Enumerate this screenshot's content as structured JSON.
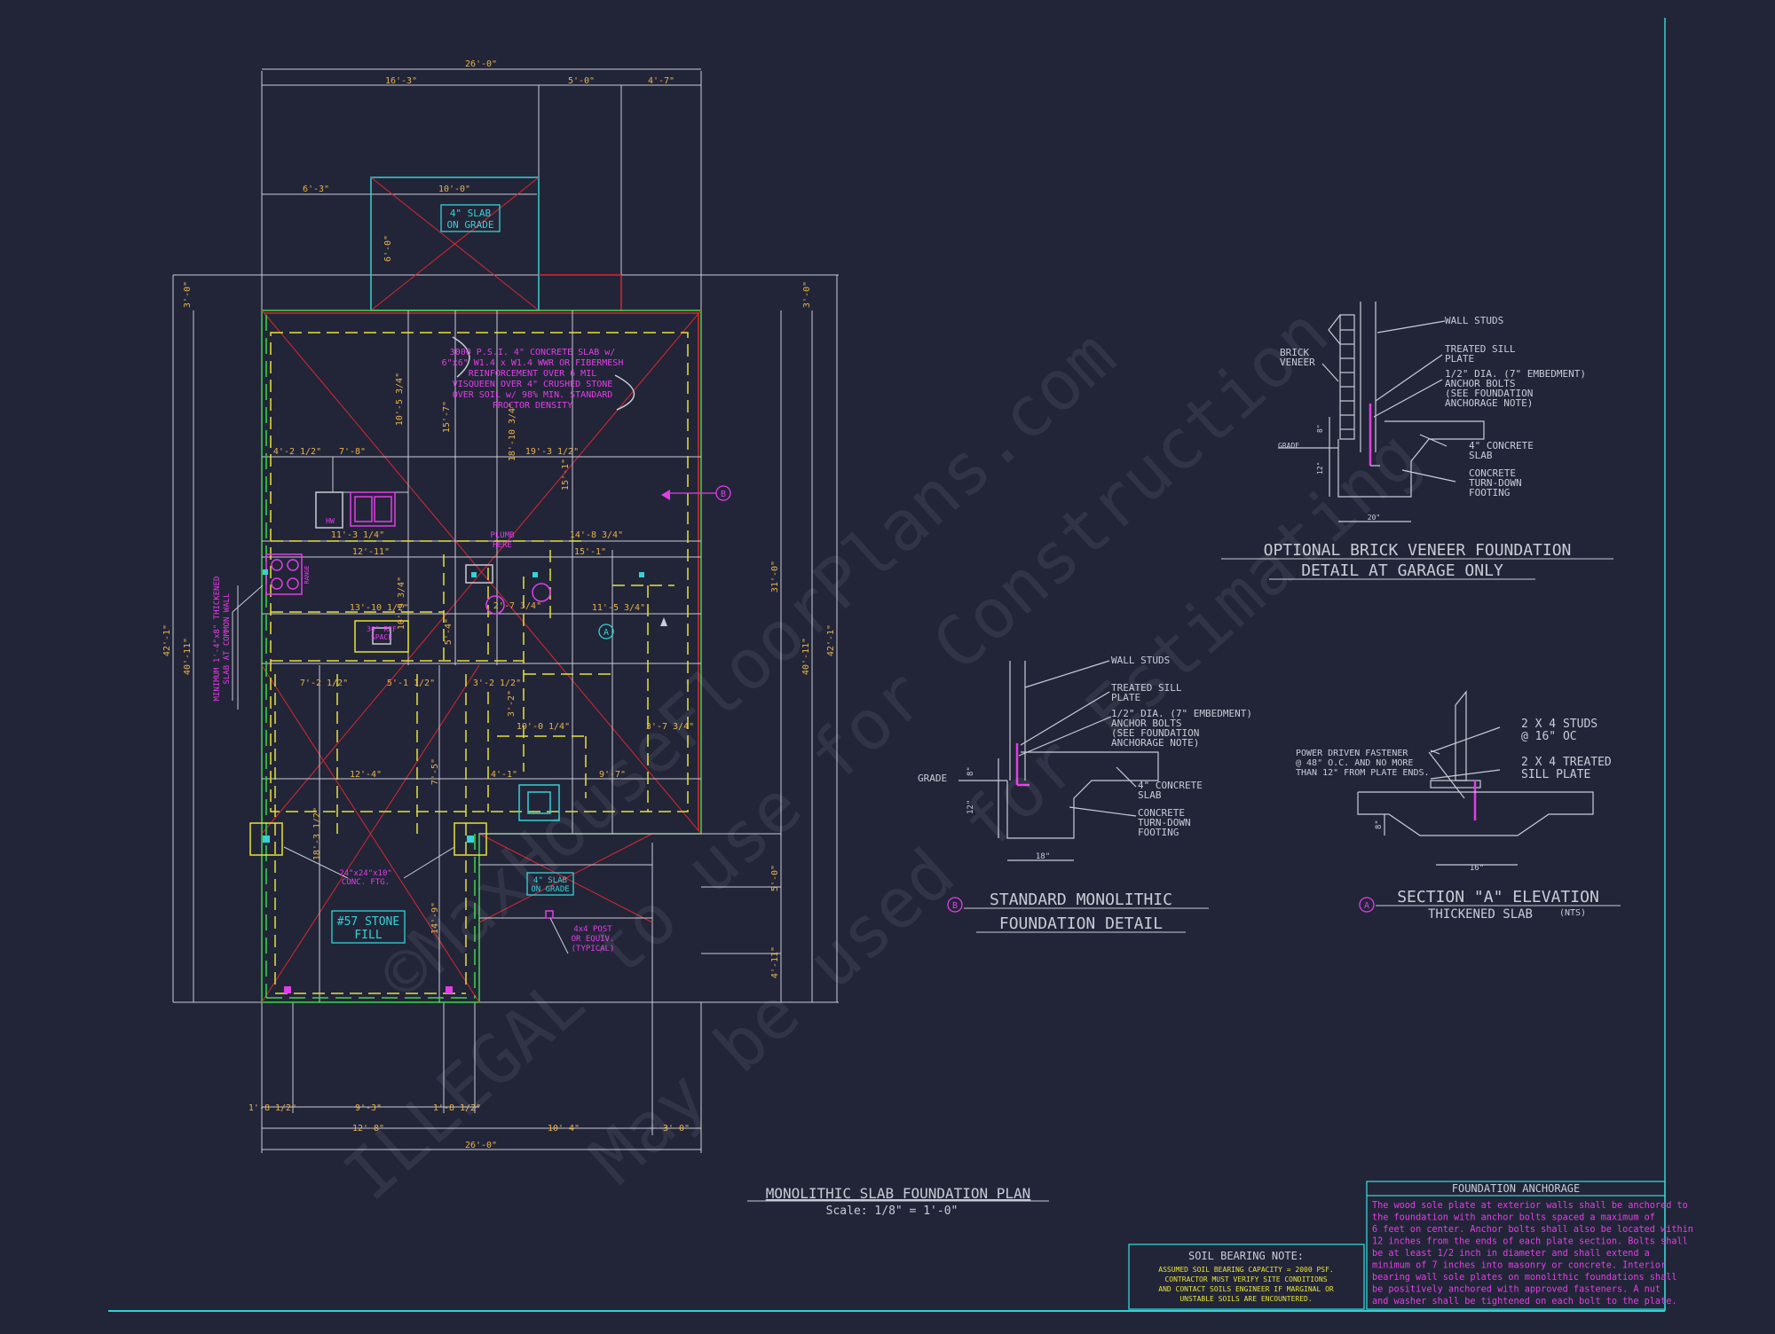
{
  "plan": {
    "title": "MONOLITHIC SLAB FOUNDATION PLAN",
    "scale": "Scale: 1/8\" = 1'-0\"",
    "dims": {
      "top_overall": "26'-0\"",
      "top_seg1": "16'-3\"",
      "top_seg2": "5'-0\"",
      "top_seg3": "4'-7\"",
      "porch_left": "6'-3\"",
      "porch_width": "10'-0\"",
      "porch_depth": "6'-0\"",
      "left_offset": "3'-0\"",
      "right_offset": "3'-0\"",
      "left_overall": "42'-1\"",
      "left_inner": "40'-11\"",
      "right_inner": "40'-11\"",
      "right_overall": "42'-1\"",
      "right_mid": "31'-0\"",
      "right_low1": "5'-0\"",
      "right_low2": "4'-11\"",
      "d1": "10'-5 3/4\"",
      "d2": "15'-7\"",
      "d3": "18'-10 3/4\"",
      "d4": "19'-3 1/2\"",
      "d5": "15'-1\"",
      "d6": "4'-2 1/2\"",
      "d7": "7'-8\"",
      "d8": "11'-3 1/4\"",
      "d9": "14'-8 3/4\"",
      "d10": "12'-11\"",
      "d11": "15'-1\"",
      "d12": "10'-5 3/4\"",
      "d13": "13'-10 1/2\"",
      "d14": "5'-4\"",
      "d15": "11'-5 3/4\"",
      "d16": "2'-7 3/4\"",
      "d17": "7'-2 1/2\"",
      "d18": "5'-1 1/2\"",
      "d19": "3'-2 1/2\"",
      "d20": "10'-0 1/4\"",
      "d21": "3'-7 3/4\"",
      "d22": "12'-4\"",
      "d23": "4'-1\"",
      "d24": "9'-7\"",
      "d25": "18'-3 1/2\"",
      "d26": "14'-9\"",
      "d27": "7'-5\"",
      "d28": "3'-2\"",
      "bot_a": "1'-8 1/2\"",
      "bot_b": "9'-3\"",
      "bot_c": "1'-8 1/2\"",
      "bot_d": "12'-8\"",
      "bot_e": "10'-4\"",
      "bot_f": "3'-0\"",
      "bot_overall": "26'-0\""
    },
    "labels": {
      "slab_porch": [
        "4\" SLAB",
        "ON GRADE"
      ],
      "slab_rear": [
        "4\" SLAB",
        "ON GRADE"
      ],
      "concrete_note": [
        "3000 P.S.I. 4\" CONCRETE SLAB w/",
        "6\"x6\" W1.4 x W1.4 WWR OR FIBERMESH",
        "REINFORCEMENT OVER 6 MIL",
        "VISQUEEN OVER 4\" CRUSHED STONE",
        "OVER SOIL w/ 98% MIN. STANDARD",
        "PROCTOR DENSITY"
      ],
      "plumb": [
        "PLUMB",
        "HERE"
      ],
      "ref_space": [
        "36\" REF",
        "SPACE"
      ],
      "hw": "HW",
      "range": "RANGE",
      "side_note": [
        "MINIMUM 1'-4\"x8\" THICKENED",
        "SLAB AT COMMON WALL"
      ],
      "conc_ftg": [
        "24\"x24\"x10\"",
        "CONC. FTG."
      ],
      "stone_fill": [
        "#57 STONE",
        "FILL"
      ],
      "post": [
        "4x4 POST",
        "OR EQUIV.",
        "(TYPICAL)"
      ],
      "tag_b": "B",
      "tag_a": "A"
    }
  },
  "detail_brick": {
    "title_line1": "OPTIONAL BRICK VENEER FOUNDATION",
    "title_line2": "DETAIL AT GARAGE ONLY",
    "labels": {
      "wall_studs": "WALL STUDS",
      "treated_sill": [
        "TREATED SILL",
        "PLATE"
      ],
      "anchor": [
        "1/2\" DIA. (7\" EMBEDMENT)",
        "ANCHOR BOLTS",
        "(SEE FOUNDATION",
        "ANCHORAGE NOTE)"
      ],
      "brick": [
        "BRICK",
        "VENEER"
      ],
      "grade": "GRADE",
      "slab": [
        "4\" CONCRETE",
        "SLAB"
      ],
      "footing": [
        "CONCRETE",
        "TURN-DOWN",
        "FOOTING"
      ],
      "dim_8": "8\"",
      "dim_12": "12\"",
      "dim_20": "20\""
    }
  },
  "detail_mono": {
    "title_line1": "STANDARD MONOLITHIC",
    "title_line2": "FOUNDATION DETAIL",
    "tag": "B",
    "labels": {
      "wall_studs": "WALL STUDS",
      "treated_sill": [
        "TREATED SILL",
        "PLATE"
      ],
      "anchor": [
        "1/2\" DIA. (7\" EMBEDMENT)",
        "ANCHOR BOLTS",
        "(SEE FOUNDATION",
        "ANCHORAGE NOTE)"
      ],
      "grade": "GRADE",
      "slab": [
        "4\" CONCRETE",
        "SLAB"
      ],
      "footing": [
        "CONCRETE",
        "TURN-DOWN",
        "FOOTING"
      ],
      "dim_8": "8\"",
      "dim_12": "12\"",
      "dim_18": "18\""
    }
  },
  "detail_section_a": {
    "title": "SECTION \"A\" ELEVATION",
    "subtitle": "THICKENED SLAB",
    "nts": "(NTS)",
    "tag": "A",
    "labels": {
      "studs": [
        "2 X 4 STUDS",
        "@ 16\" OC"
      ],
      "sill": [
        "2 X 4 TREATED",
        "SILL PLATE"
      ],
      "fastener": [
        "POWER DRIVEN FASTENER",
        "@ 48\" O.C. AND NO MORE",
        "THAN 12\" FROM PLATE ENDS."
      ],
      "dim_8": "8\"",
      "dim_16": "16\""
    }
  },
  "soil_note": {
    "title": "SOIL BEARING NOTE:",
    "lines": [
      "ASSUMED SOIL BEARING CAPACITY = 2000 PSF.",
      "CONTRACTOR MUST VERIFY SITE CONDITIONS",
      "AND CONTACT SOILS ENGINEER IF MARGINAL OR",
      "UNSTABLE SOILS ARE ENCOUNTERED."
    ]
  },
  "anchorage_note": {
    "title": "FOUNDATION ANCHORAGE",
    "lines": [
      "The wood sole plate at exterior walls shall be anchored to",
      "the foundation with anchor bolts spaced a maximum of",
      "6 feet on center. Anchor bolts shall also be located within",
      "12 inches from the ends of each plate section. Bolts shall",
      "be at least 1/2 inch in diameter and shall extend a",
      "minimum of 7 inches into masonry or concrete. Interior",
      "bearing wall sole plates on monolithic foundations shall",
      "be positively anchored with approved fasteners. A nut",
      "and washer shall be tightened on each bolt to the plate."
    ]
  },
  "watermark": {
    "line1": "©MaxHouseFloorPlans.com",
    "line2": "ILLEGAL to use for Construction",
    "line3": "May be used for Estimating"
  },
  "colors": {
    "background": "#222538",
    "linework": "#c9ccd6",
    "magenta": "#e23ee6",
    "cyan": "#35d2d6",
    "yellow": "#e6e23a",
    "green": "#3ed64a",
    "red": "#d9262f",
    "dim_text": "#e8b24a"
  }
}
